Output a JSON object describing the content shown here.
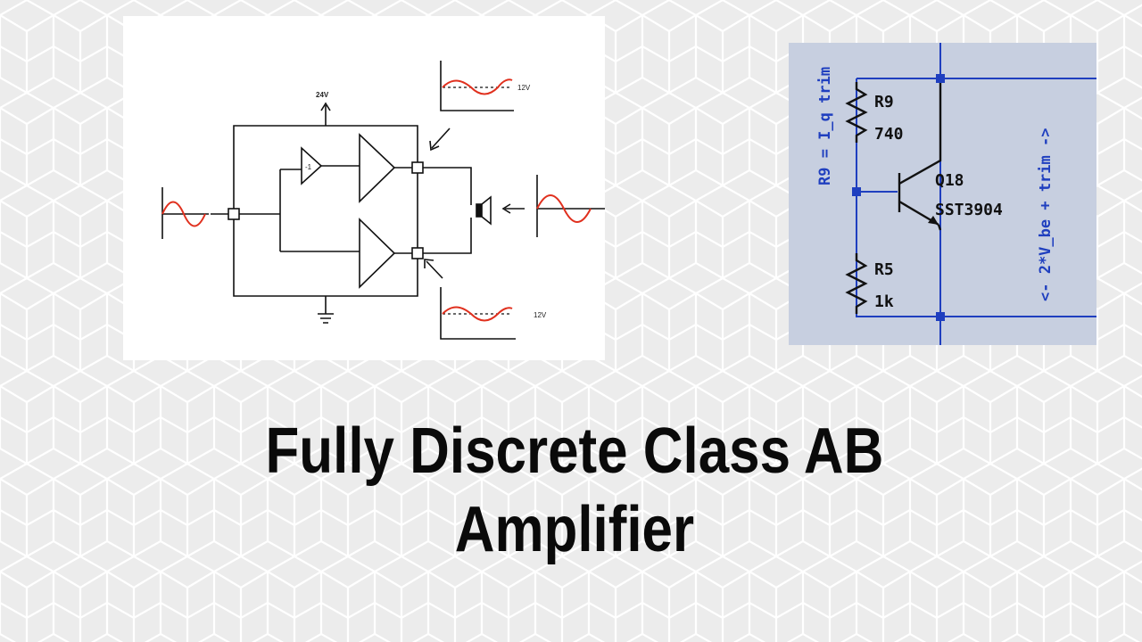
{
  "title": {
    "line1": "Fully Discrete Class AB",
    "line2": "Amplifier"
  },
  "left_diagram": {
    "supply_label": "24V",
    "inverter_label": "-1",
    "top_scope_level": "12V",
    "bottom_scope_level": "12V"
  },
  "right_diagram": {
    "r9_name": "R9",
    "r9_value": "740",
    "r5_name": "R5",
    "r5_value": "1k",
    "q_name": "Q18",
    "q_part": "SST3904",
    "left_note": "R9 = I_q trim",
    "right_note": "<- 2*V_be + trim ->"
  },
  "colors": {
    "background": "#ececec",
    "hex_lines": "#ffffff",
    "signal_red": "#e0301e",
    "wire_blue": "#1f3fbf",
    "schematic_bg": "#c7cfe0"
  }
}
